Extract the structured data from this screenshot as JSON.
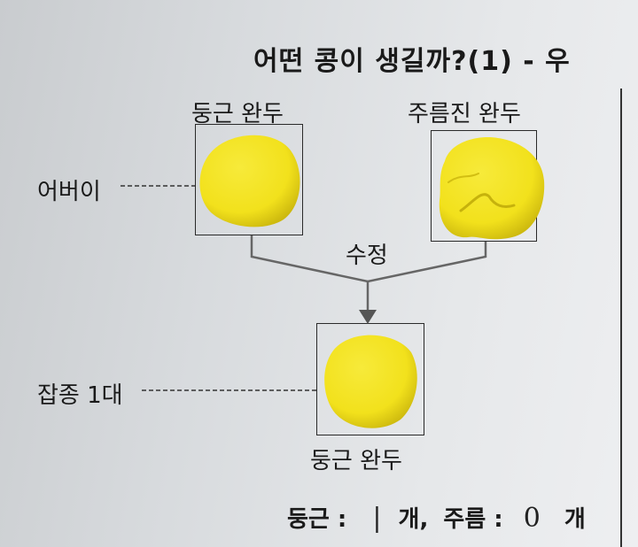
{
  "title": "어떤 콩이 생길까?(1) - 우",
  "parents": {
    "left_label": "둥근 완두",
    "right_label": "주름진 완두",
    "row_label": "어버이"
  },
  "cross_label": "수정",
  "offspring": {
    "row_label": "잡종 1대",
    "label": "둥근 완두"
  },
  "tally": {
    "round_label": "둥근 :",
    "round_count": "|",
    "unit1": "개,",
    "wrinkled_label": "주름 :",
    "wrinkled_count": "0",
    "unit2": "개"
  },
  "colors": {
    "pea_yellow": "#f2e11c",
    "pea_shadow": "#cdb90e",
    "paper": "#dfe1e3",
    "ink": "#1a1a1a"
  }
}
